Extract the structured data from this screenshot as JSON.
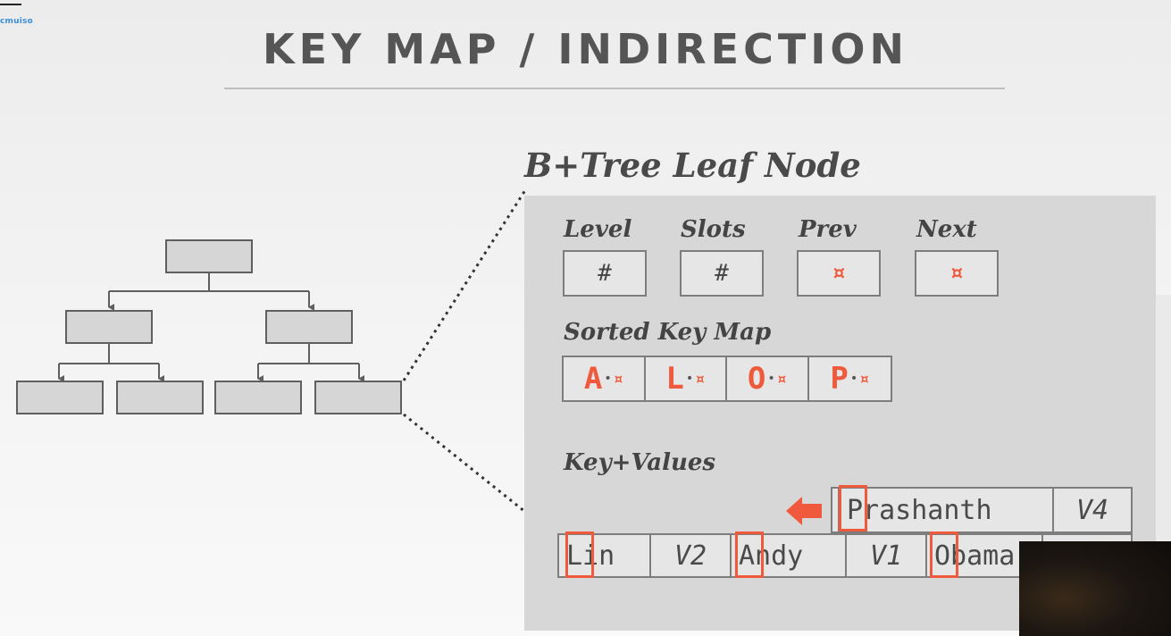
{
  "logo": {
    "text": "cmuiso"
  },
  "title": "KEY MAP / INDIRECTION",
  "leaf_node": {
    "title": "B+Tree Leaf Node",
    "header_fields": [
      {
        "label": "Level",
        "value": "#"
      },
      {
        "label": "Slots",
        "value": "#"
      },
      {
        "label": "Prev",
        "value": "¤"
      },
      {
        "label": "Next",
        "value": "¤"
      }
    ],
    "sorted_key_map": {
      "label": "Sorted Key Map",
      "entries": [
        {
          "key": "A",
          "sep": "•",
          "ptr": "¤"
        },
        {
          "key": "L",
          "sep": "•",
          "ptr": "¤"
        },
        {
          "key": "O",
          "sep": "•",
          "ptr": "¤"
        },
        {
          "key": "P",
          "sep": "•",
          "ptr": "¤"
        }
      ]
    },
    "key_values": {
      "label": "Key+Values",
      "new_row": [
        {
          "key": "Prashanth",
          "value": "V4"
        }
      ],
      "row": [
        {
          "key": "Lin",
          "value": "V2"
        },
        {
          "key": "Andy",
          "value": "V1"
        },
        {
          "key": "Obama",
          "value": ""
        }
      ]
    }
  },
  "colors": {
    "accent": "#f05a3c",
    "panel": "#d7d7d7",
    "box_border": "#7d7d7d",
    "title": "#555555"
  },
  "icons": [
    "left-arrow-icon",
    "pointer-symbol-icon"
  ]
}
